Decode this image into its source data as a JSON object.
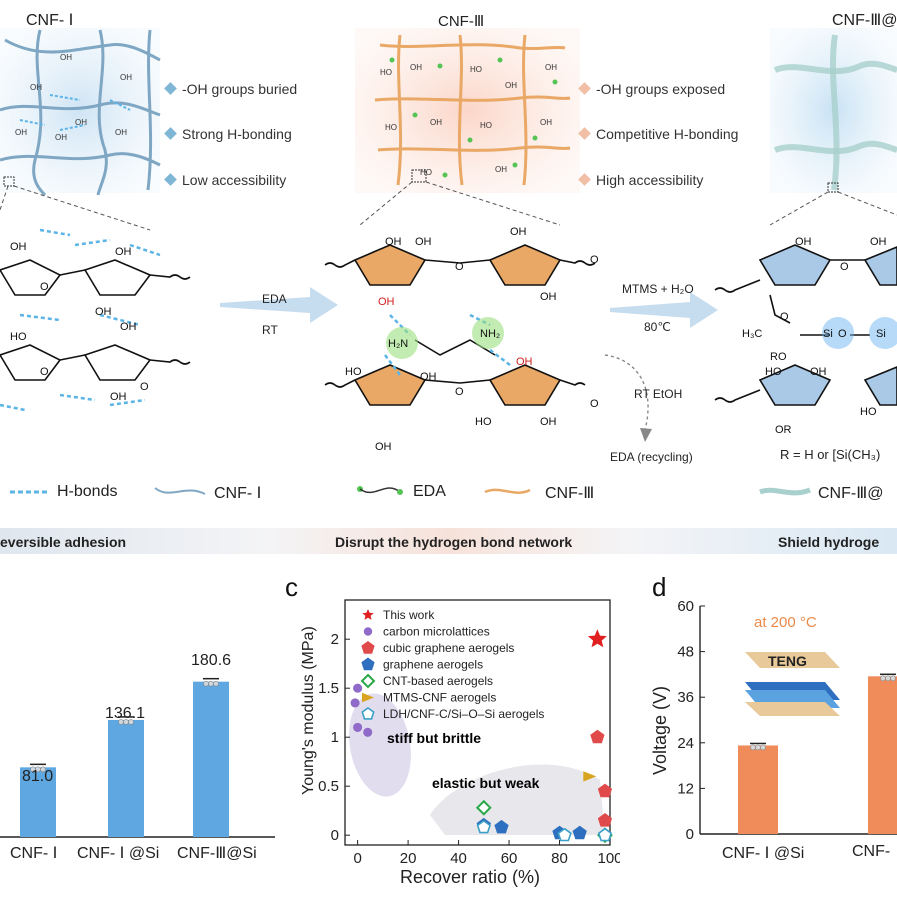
{
  "top": {
    "cnf1_title": "CNF- Ⅰ",
    "cnf3_title": "CNF-Ⅲ",
    "cnf3si_title": "CNF-Ⅲ@",
    "cnf1_bullets": [
      "-OH groups buried",
      "Strong H-bonding",
      "Low accessibility"
    ],
    "cnf3_bullets": [
      "-OH groups exposed",
      "Competitive H-bonding",
      "High accessibility"
    ],
    "arrow1_top": "EDA",
    "arrow1_bottom": "RT",
    "arrow2_top": "MTMS + H₂O",
    "arrow2_bottom": "80℃",
    "recycle_top": "RT  EtOH",
    "recycle_bottom": "EDA (recycling)",
    "r_group": "R = H or [Si(CH₃)",
    "legend": [
      "H-bonds",
      "CNF- Ⅰ",
      "EDA",
      "CNF-Ⅲ",
      "CNF-Ⅲ@"
    ],
    "banner": [
      "eversible adhesion",
      "Disrupt the hydrogen bond network",
      "Shield hydroge"
    ],
    "colors": {
      "blue": "#5a9fd4",
      "orange": "#e9a866",
      "green": "#55c455"
    }
  },
  "panel_b": {
    "chart_data": {
      "type": "bar",
      "categories": [
        "CNF- Ⅰ",
        "CNF- Ⅰ @Si",
        "CNF-Ⅲ@Si"
      ],
      "values": [
        81.0,
        136.1,
        180.6
      ],
      "labels": [
        "81.0",
        "136.1",
        "180.6"
      ],
      "color": "#5ea7e0"
    }
  },
  "panel_c": {
    "letter": "c",
    "chart_data": {
      "type": "scatter",
      "xlabel": "Recover ratio (%)",
      "ylabel": "Young's modulus (MPa)",
      "xlim": [
        -5,
        100
      ],
      "ylim": [
        -0.1,
        2.4
      ],
      "xticks": [
        "0",
        "20",
        "40",
        "60",
        "80",
        "100"
      ],
      "yticks": [
        "0",
        "0.5",
        "1",
        "1.5",
        "2"
      ],
      "annotations": [
        "stiff but brittle",
        "elastic but weak"
      ],
      "series": [
        {
          "name": "This work",
          "marker": "star",
          "color": "#e02020",
          "points": [
            [
              95,
              2.0
            ]
          ]
        },
        {
          "name": "carbon microlattices",
          "marker": "circle",
          "color": "#8f6ac8",
          "points": [
            [
              0,
              1.5
            ],
            [
              -1,
              1.35
            ],
            [
              0,
              1.1
            ],
            [
              4,
              1.05
            ]
          ]
        },
        {
          "name": "cubic graphene aerogels",
          "marker": "pentagon",
          "color": "#e04a4a",
          "points": [
            [
              95,
              1.0
            ],
            [
              98,
              0.45
            ],
            [
              98,
              0.15
            ]
          ]
        },
        {
          "name": "graphene aerogels",
          "marker": "pentagon",
          "color": "#2f6fbf",
          "points": [
            [
              50,
              0.1
            ],
            [
              57,
              0.08
            ],
            [
              80,
              0.02
            ],
            [
              88,
              0.02
            ]
          ]
        },
        {
          "name": "CNT-based aerogels",
          "marker": "diamond",
          "color": "#2aa84a",
          "points": [
            [
              50,
              0.28
            ],
            [
              98,
              0.0
            ]
          ]
        },
        {
          "name": "MTMS-CNF  aerogels",
          "marker": "triangle",
          "color": "#d9a520",
          "points": [
            [
              92,
              0.6
            ]
          ]
        },
        {
          "name": "LDH/CNF-C/Si–O–Si aerogels",
          "marker": "pentagon-half",
          "color": "#3aa0c8",
          "points": [
            [
              50,
              0.08
            ],
            [
              82,
              0.0
            ],
            [
              98,
              0.0
            ]
          ]
        }
      ]
    }
  },
  "panel_d": {
    "letter": "d",
    "annotation_temp": "at 200 °C",
    "annotation_teng": "TENG",
    "chart_data": {
      "type": "bar",
      "ylabel": "Voltage (V)",
      "ylim": [
        0,
        60
      ],
      "yticks": [
        "0",
        "12",
        "24",
        "36",
        "48",
        "60"
      ],
      "categories": [
        "CNF- Ⅰ @Si",
        "CNF-"
      ],
      "values": [
        23.3,
        41.5
      ],
      "color": "#f08c5a"
    }
  }
}
